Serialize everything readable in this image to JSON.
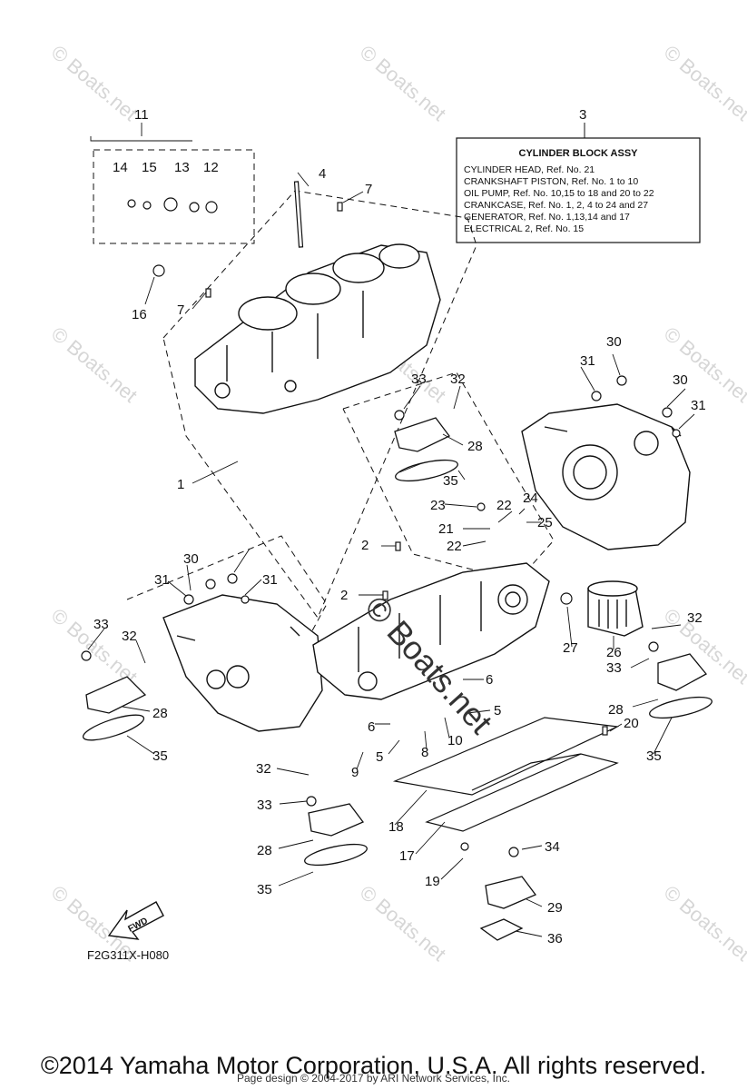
{
  "diagram": {
    "drawing_code": "F2G311X-H080",
    "fwd_label": "FWD",
    "watermark_center": "© Boats.net",
    "watermark_small": "© Boats.net",
    "info_box": {
      "title": "CYLINDER BLOCK ASSY",
      "lines": [
        "CYLINDER HEAD, Ref. No. 21",
        "CRANKSHAFT PISTON, Ref. No. 1 to 10",
        "OIL PUMP, Ref. No. 10,15 to 18  and 20 to 22",
        "CRANKCASE, Ref. No. 1, 2, 4 to 24 and 27",
        "GENERATOR, Ref. No. 1,13,14 and 17",
        "ELECTRICAL 2, Ref. No. 15"
      ]
    },
    "callouts": [
      "1",
      "2",
      "2",
      "3",
      "4",
      "5",
      "5",
      "6",
      "6",
      "7",
      "7",
      "8",
      "9",
      "10",
      "11",
      "12",
      "13",
      "14",
      "15",
      "16",
      "17",
      "18",
      "19",
      "20",
      "21",
      "22",
      "22",
      "23",
      "24",
      "25",
      "26",
      "27",
      "28",
      "28",
      "28",
      "28",
      "29",
      "30",
      "30",
      "30",
      "31",
      "31",
      "31",
      "31",
      "32",
      "32",
      "32",
      "32",
      "33",
      "33",
      "33",
      "33",
      "34",
      "35",
      "35",
      "35",
      "35",
      "36"
    ]
  },
  "footer": {
    "copyright": "©2014 Yamaha Motor Corporation, U.S.A. All rights reserved.",
    "credit": "Page design © 2004-2017 by ARI Network Services, Inc."
  }
}
